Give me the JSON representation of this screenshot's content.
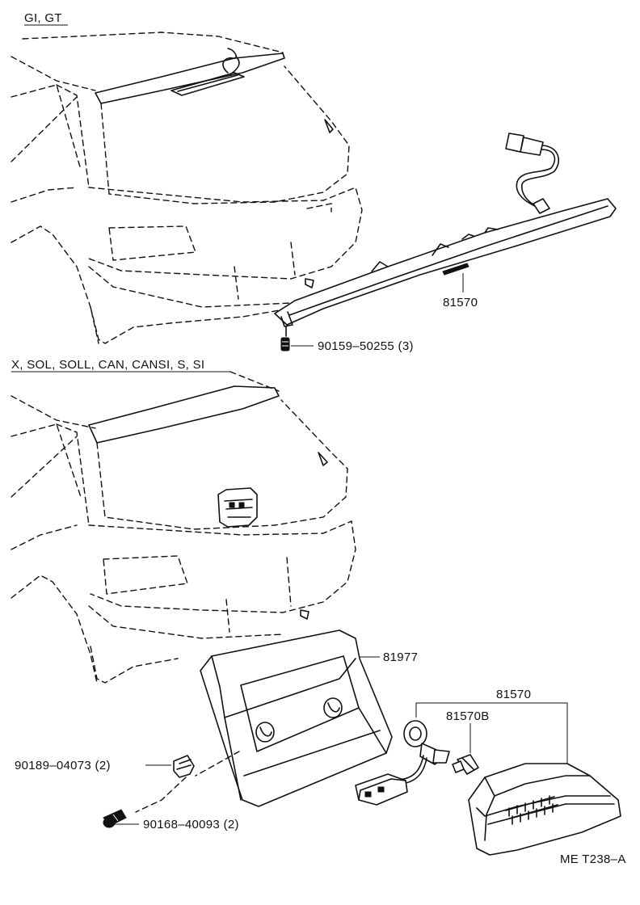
{
  "sections": {
    "upper": {
      "variant_label": "GI, GT"
    },
    "lower": {
      "variant_label": "X, SOL, SOLL, CAN, CANSI, S, SI"
    }
  },
  "parts": {
    "high_mount_lamp_upper": "81570",
    "screw_upper": "90159–50255 (3)",
    "cover": "81977",
    "lamp_assy_lower": "81570",
    "bulb_socket": "81570B",
    "clip": "90189–04073 (2)",
    "screw_lower": "90168–40093 (2)"
  },
  "footer": {
    "reference_code": "ME T238–A"
  },
  "icons": [
    "car-rear-icon",
    "lamp-bar-icon",
    "screw-icon",
    "connector-icon",
    "bulb-icon",
    "clip-icon"
  ]
}
